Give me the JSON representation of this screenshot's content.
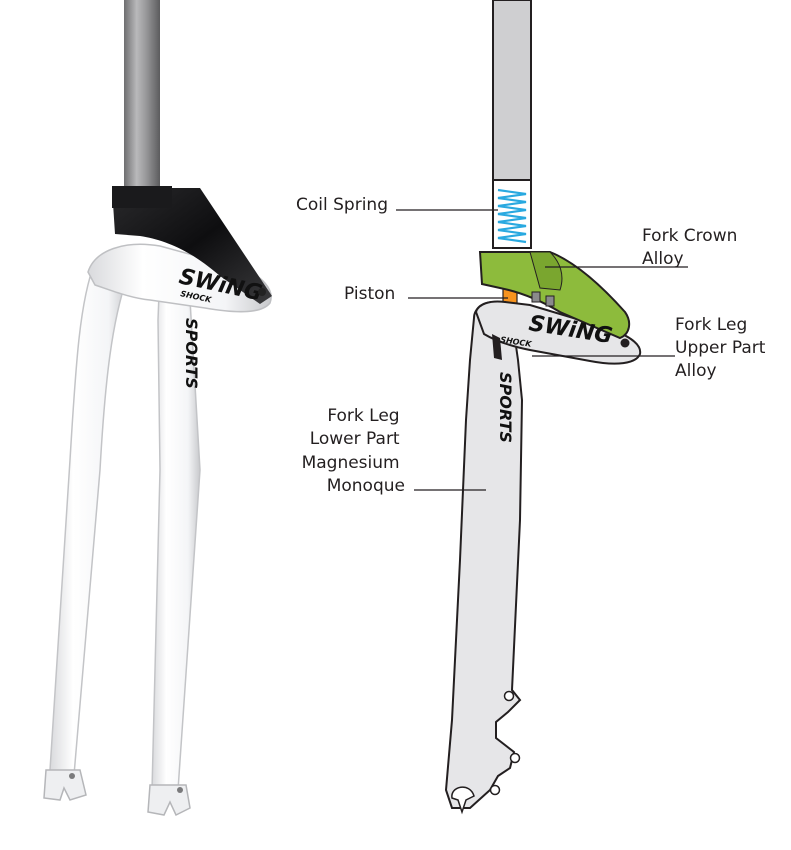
{
  "photo": {
    "brand": "SWiNG",
    "model": "SHOCK",
    "leg_text": "SPORTS"
  },
  "diagram": {
    "brand": "SWiNG",
    "model": "SHOCK",
    "leg_text": "SPORTS"
  },
  "labels": {
    "coil_spring": "Coil Spring",
    "piston": "Piston",
    "fork_crown": [
      "Fork Crown",
      "Alloy"
    ],
    "upper_part": [
      "Fork Leg",
      "Upper Part",
      "Alloy"
    ],
    "lower_part": [
      "Fork Leg",
      "Lower Part",
      "Magnesium",
      "Monoque"
    ]
  },
  "colors": {
    "crown_green": "#8dbb3c",
    "spring_blue": "#29a9e0",
    "piston_orange": "#f7931e",
    "steerer_gray": "#cfcfd1",
    "leg_light": "#e6e6e8",
    "ink": "#231f20"
  }
}
